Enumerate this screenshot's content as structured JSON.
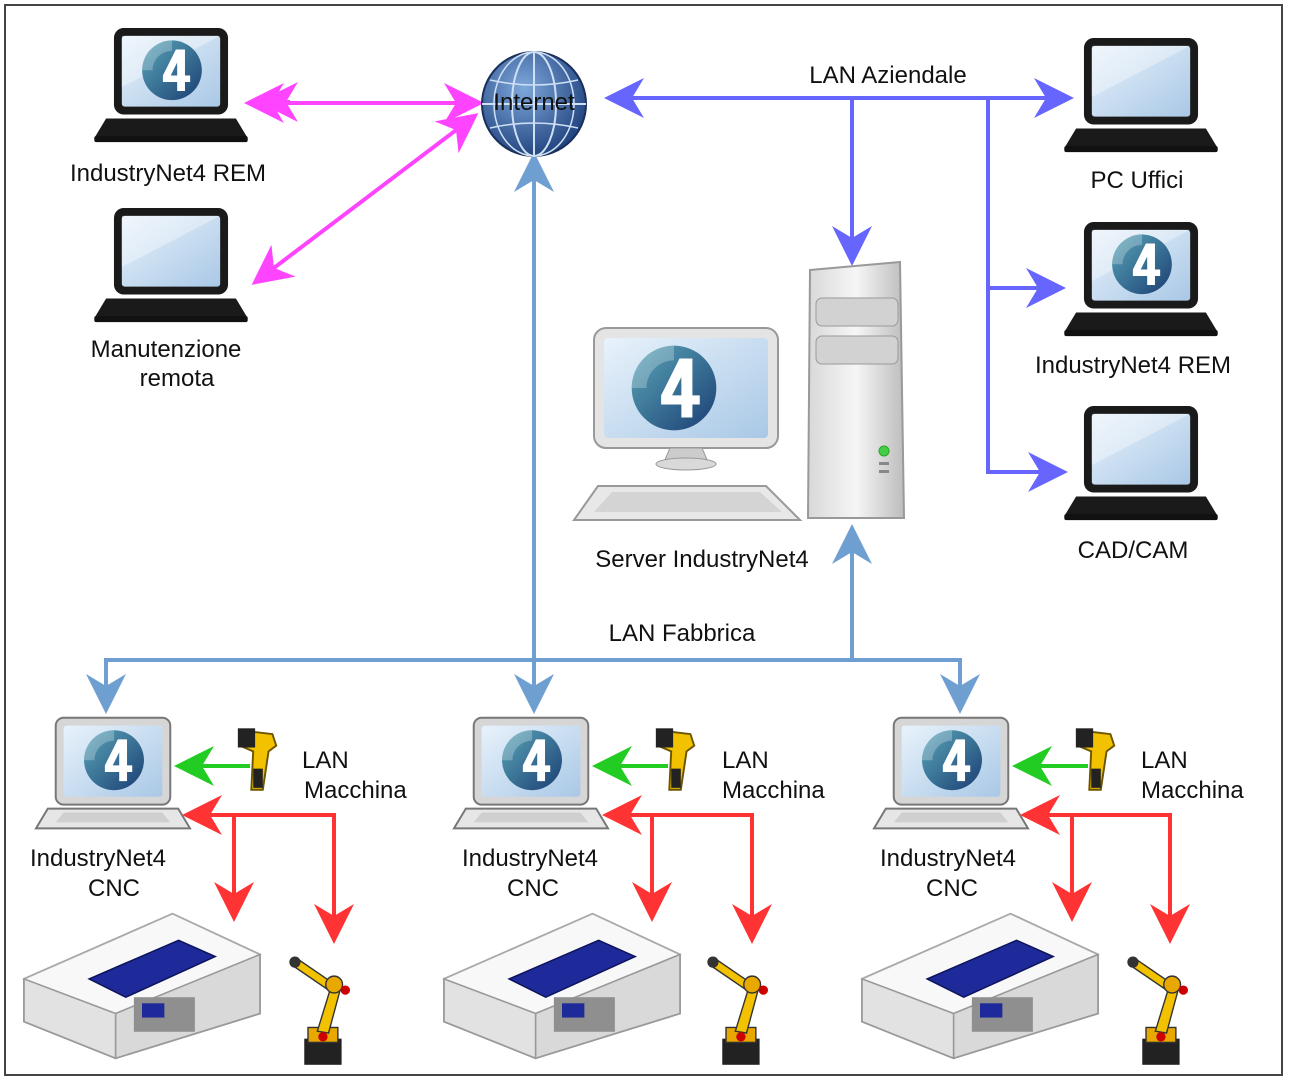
{
  "labels": {
    "internet": "Internet",
    "lan_aziendale": "LAN Aziendale",
    "lan_fabbrica": "LAN Fabbrica",
    "rem_left": "IndustryNet4 REM",
    "manutenzione_1": "Manutenzione",
    "manutenzione_2": "remota",
    "pc_uffici": "PC Uffici",
    "rem_right": "IndustryNet4 REM",
    "cad_cam": "CAD/CAM",
    "server": "Server IndustryNet4",
    "cnc_1": "IndustryNet4",
    "cnc_2": "CNC",
    "lan_macchina_1": "LAN",
    "lan_macchina_2": "Macchina"
  },
  "colors": {
    "magenta": "#ff44ff",
    "purple": "#6666ff",
    "steel_blue": "#6f9fd0",
    "green": "#22cc22",
    "red": "#ff3333",
    "border": "#444444"
  },
  "icons": {
    "laptop_logo": "industrynet4-laptop-icon",
    "laptop_blank": "laptop-icon",
    "globe": "globe-icon",
    "server": "server-tower-icon",
    "monitor": "desktop-monitor-icon",
    "keyboard": "keyboard-icon",
    "scanner": "barcode-scanner-icon",
    "machine": "cnc-machine-icon",
    "robot": "robot-arm-icon"
  }
}
